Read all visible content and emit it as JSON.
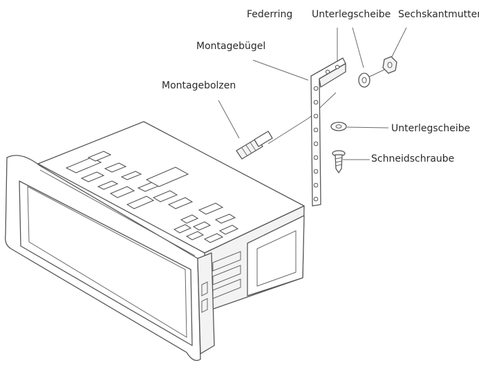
{
  "labels": {
    "federring": "Federring",
    "unterlegscheibe_top": "Unterlegscheibe",
    "sechskantmutter": "Sechskantmutter",
    "montagebuegel": "Montagebügel",
    "montagebolzen": "Montagebolzen",
    "unterlegscheibe_side": "Unterlegscheibe",
    "schneidschraube": "Schneidschraube"
  },
  "colors": {
    "line": "#555555",
    "text": "#2a2a2a",
    "background": "#ffffff"
  }
}
